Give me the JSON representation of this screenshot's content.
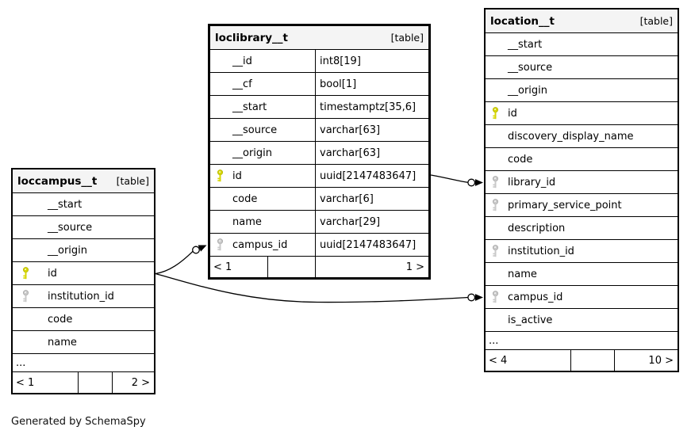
{
  "diagram": {
    "generator_note": "Generated by SchemaSpy"
  },
  "colors": {
    "primary_key": "#d6d600",
    "primary_key_dark": "#b5b500",
    "foreign_key": "#c9c9c9",
    "foreign_key_dark": "#a8a8a8",
    "header_bg": "#f4f4f4",
    "border": "#000000"
  },
  "tables": [
    {
      "key": "loccampus",
      "title": "loccampus__t",
      "badge": "[table]",
      "columns": [
        {
          "name": "__start"
        },
        {
          "name": "__source"
        },
        {
          "name": "__origin"
        },
        {
          "name": "id",
          "keytype": "primary"
        },
        {
          "name": "institution_id",
          "keytype": "foreign"
        },
        {
          "name": "code"
        },
        {
          "name": "name"
        }
      ],
      "truncated": "...",
      "pager": {
        "prev": "< 1",
        "next": "2 >"
      }
    },
    {
      "key": "loclibrary",
      "title": "loclibrary__t",
      "badge": "[table]",
      "columns": [
        {
          "name": "__id",
          "type": "int8[19]"
        },
        {
          "name": "__cf",
          "type": "bool[1]"
        },
        {
          "name": "__start",
          "type": "timestamptz[35,6]"
        },
        {
          "name": "__source",
          "type": "varchar[63]"
        },
        {
          "name": "__origin",
          "type": "varchar[63]"
        },
        {
          "name": "id",
          "type": "uuid[2147483647]",
          "keytype": "primary"
        },
        {
          "name": "code",
          "type": "varchar[6]"
        },
        {
          "name": "name",
          "type": "varchar[29]"
        },
        {
          "name": "campus_id",
          "type": "uuid[2147483647]",
          "keytype": "foreign"
        }
      ],
      "truncated": null,
      "pager": {
        "prev": "< 1",
        "next": "1 >"
      }
    },
    {
      "key": "location",
      "title": "location__t",
      "badge": "[table]",
      "columns": [
        {
          "name": "__start"
        },
        {
          "name": "__source"
        },
        {
          "name": "__origin"
        },
        {
          "name": "id",
          "keytype": "primary"
        },
        {
          "name": "discovery_display_name"
        },
        {
          "name": "code"
        },
        {
          "name": "library_id",
          "keytype": "foreign"
        },
        {
          "name": "primary_service_point",
          "keytype": "foreign"
        },
        {
          "name": "description"
        },
        {
          "name": "institution_id",
          "keytype": "foreign"
        },
        {
          "name": "name"
        },
        {
          "name": "campus_id",
          "keytype": "foreign"
        },
        {
          "name": "is_active"
        }
      ],
      "truncated": "...",
      "pager": {
        "prev": "< 4",
        "next": "10 >"
      }
    }
  ],
  "relationships": [
    {
      "from": "loclibrary__t.id",
      "to": "location__t.library_id"
    },
    {
      "from": "loccampus__t.id",
      "to": "loclibrary__t.campus_id"
    },
    {
      "from": "loccampus__t.id",
      "to": "location__t.campus_id"
    }
  ]
}
